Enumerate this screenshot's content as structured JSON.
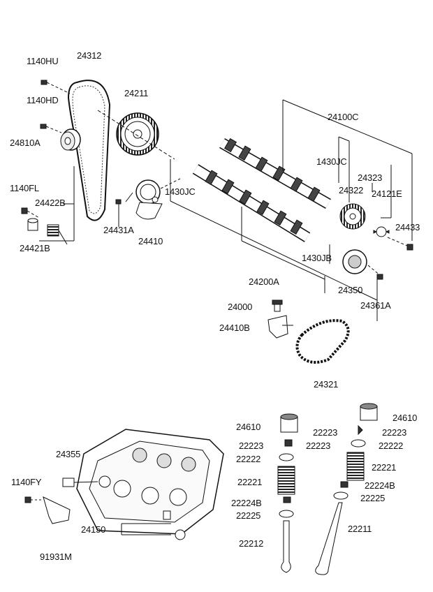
{
  "palette": {
    "ink": "#111111",
    "paper": "#ffffff",
    "shade": "#7a7a7a",
    "light": "#d8d8d8"
  },
  "labels": {
    "p1140HU": "1140HU",
    "p24312": "24312",
    "p1140HD": "1140HD",
    "p24211": "24211",
    "p24810A": "24810A",
    "p24100C": "24100C",
    "p1430JC_a": "1430JC",
    "p24323": "24323",
    "p1140FL": "1140FL",
    "p24422B": "24422B",
    "p1430JC_b": "1430JC",
    "p24322": "24322",
    "p24121E": "24121E",
    "p24431A": "24431A",
    "p24433": "24433",
    "p24421B": "24421B",
    "p24410": "24410",
    "p1430JB": "1430JB",
    "p24200A": "24200A",
    "p24350": "24350",
    "p24361A": "24361A",
    "p24000": "24000",
    "p24410B": "24410B",
    "p24321": "24321",
    "p24610_r": "24610",
    "p24610_l": "24610",
    "p22223_ra": "22223",
    "p22223_rb": "22223",
    "p22223_la": "22223",
    "p22223_lb": "22223",
    "p24355": "24355",
    "p22222_l": "22222",
    "p22222_r": "22222",
    "p22221_r": "22221",
    "p1140FY": "1140FY",
    "p22221_l": "22221",
    "p22224B_r": "22224B",
    "p22225_r": "22225",
    "p22224B_l": "22224B",
    "p22225_l": "22225",
    "p24150": "24150",
    "p22211": "22211",
    "p22212": "22212",
    "p91931M": "91931M"
  }
}
